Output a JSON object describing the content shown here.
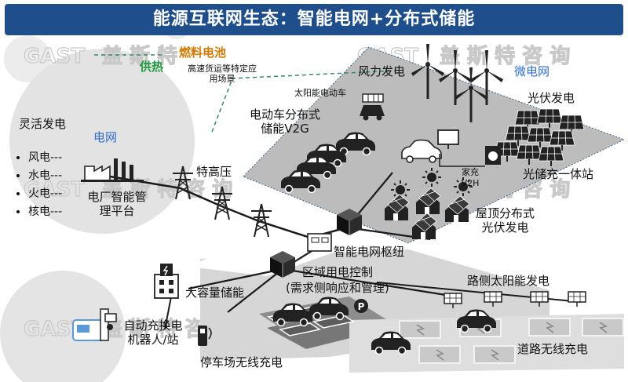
{
  "title": "能源互联网生态：智能电网+分布式储能",
  "watermark": "GAST 盖斯特咨询",
  "colors": {
    "title_bg": "#1f4e8c",
    "grid_blue": "#2f6fd0",
    "heat_green": "#1a9a3c",
    "fuel_orange": "#d67a00",
    "platform_gray": "#bcbcbc"
  },
  "labels": {
    "heat_supply": "供热",
    "fuel_cell": "燃料电池",
    "fuel_cell_desc": "高速货运等特定应用场景",
    "wind_power": "风力发电",
    "microgrid": "微电网",
    "solar_ev": "太阳能电动车",
    "pv_power": "光伏发电",
    "flexible_gen": "灵活发电",
    "grid": "电网",
    "ev_storage": "电动车分布式储能V2G",
    "home_charging": "家充V2H",
    "pv_storage_station": "光储充一体站",
    "uhv": "特高压",
    "plant_platform": "电厂智能管理平台",
    "rooftop_pv": "屋顶分布式光伏发电",
    "smart_grid_hub": "智能电网枢纽",
    "regional_control": "区域用电控制",
    "demand_response": "(需求侧响应和管理)",
    "large_storage": "大容量储能",
    "roadside_solar": "路侧太阳能发电",
    "auto_swap_robot": "自动充换电机器人/站",
    "parking_wireless": "停车场无线充电",
    "road_wireless": "道路无线充电",
    "parking_badge": "P"
  },
  "generation_list": [
    "风电---",
    "水电---",
    "火电---",
    "核电---"
  ],
  "icons": [
    "wind-turbine-icon",
    "solar-panel-icon",
    "transmission-tower-icon",
    "electric-car-icon",
    "factory-icon",
    "hub-cube-icon",
    "control-panel-icon",
    "battery-storage-icon",
    "charging-pile-icon",
    "robot-icon",
    "washing-machine-icon",
    "tv-icon",
    "house-solar-icon",
    "parking-icon"
  ]
}
